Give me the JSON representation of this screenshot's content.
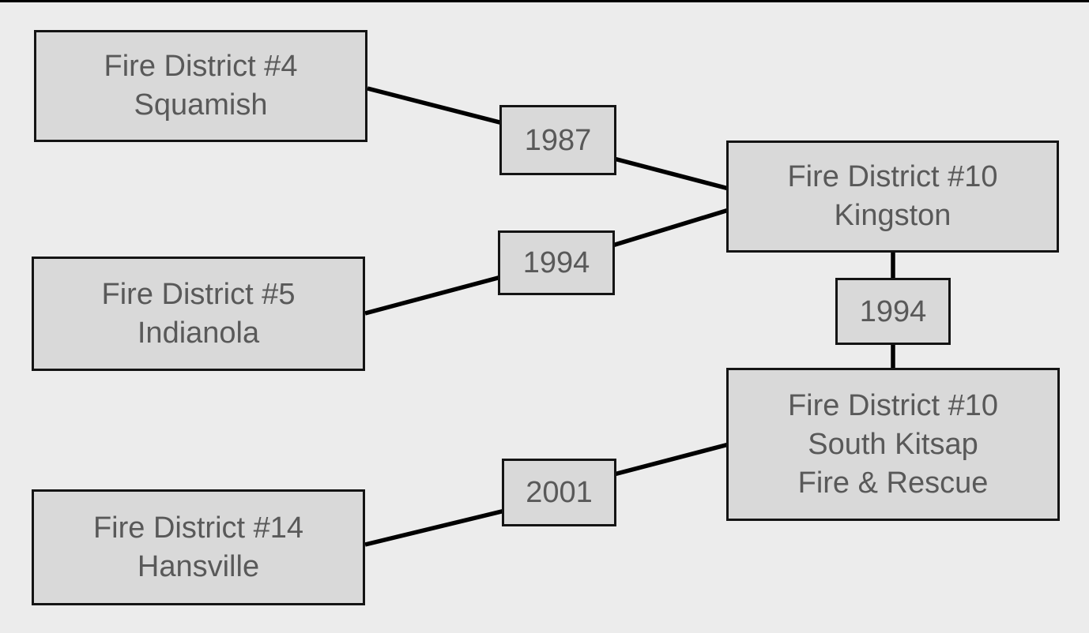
{
  "colors": {
    "background": "#ececec",
    "box_fill": "#d9d9d9",
    "box_border": "#141414",
    "text": "#595959",
    "line": "#000000"
  },
  "nodes": {
    "squamish": {
      "lines": [
        "Fire District #4",
        "Squamish"
      ]
    },
    "indianola": {
      "lines": [
        "Fire District #5",
        "Indianola"
      ]
    },
    "hansville": {
      "lines": [
        "Fire District #14",
        "Hansville"
      ]
    },
    "kingston": {
      "lines": [
        "Fire District #10",
        "Kingston"
      ]
    },
    "south_kitsap": {
      "lines": [
        "Fire District #10",
        "South Kitsap",
        "Fire & Rescue"
      ]
    }
  },
  "merges": {
    "squamish_to_kingston": {
      "year": "1987"
    },
    "indianola_to_kingston": {
      "year": "1994"
    },
    "kingston_to_south_kitsap": {
      "year": "1994"
    },
    "hansville_to_south_kitsap": {
      "year": "2001"
    }
  }
}
